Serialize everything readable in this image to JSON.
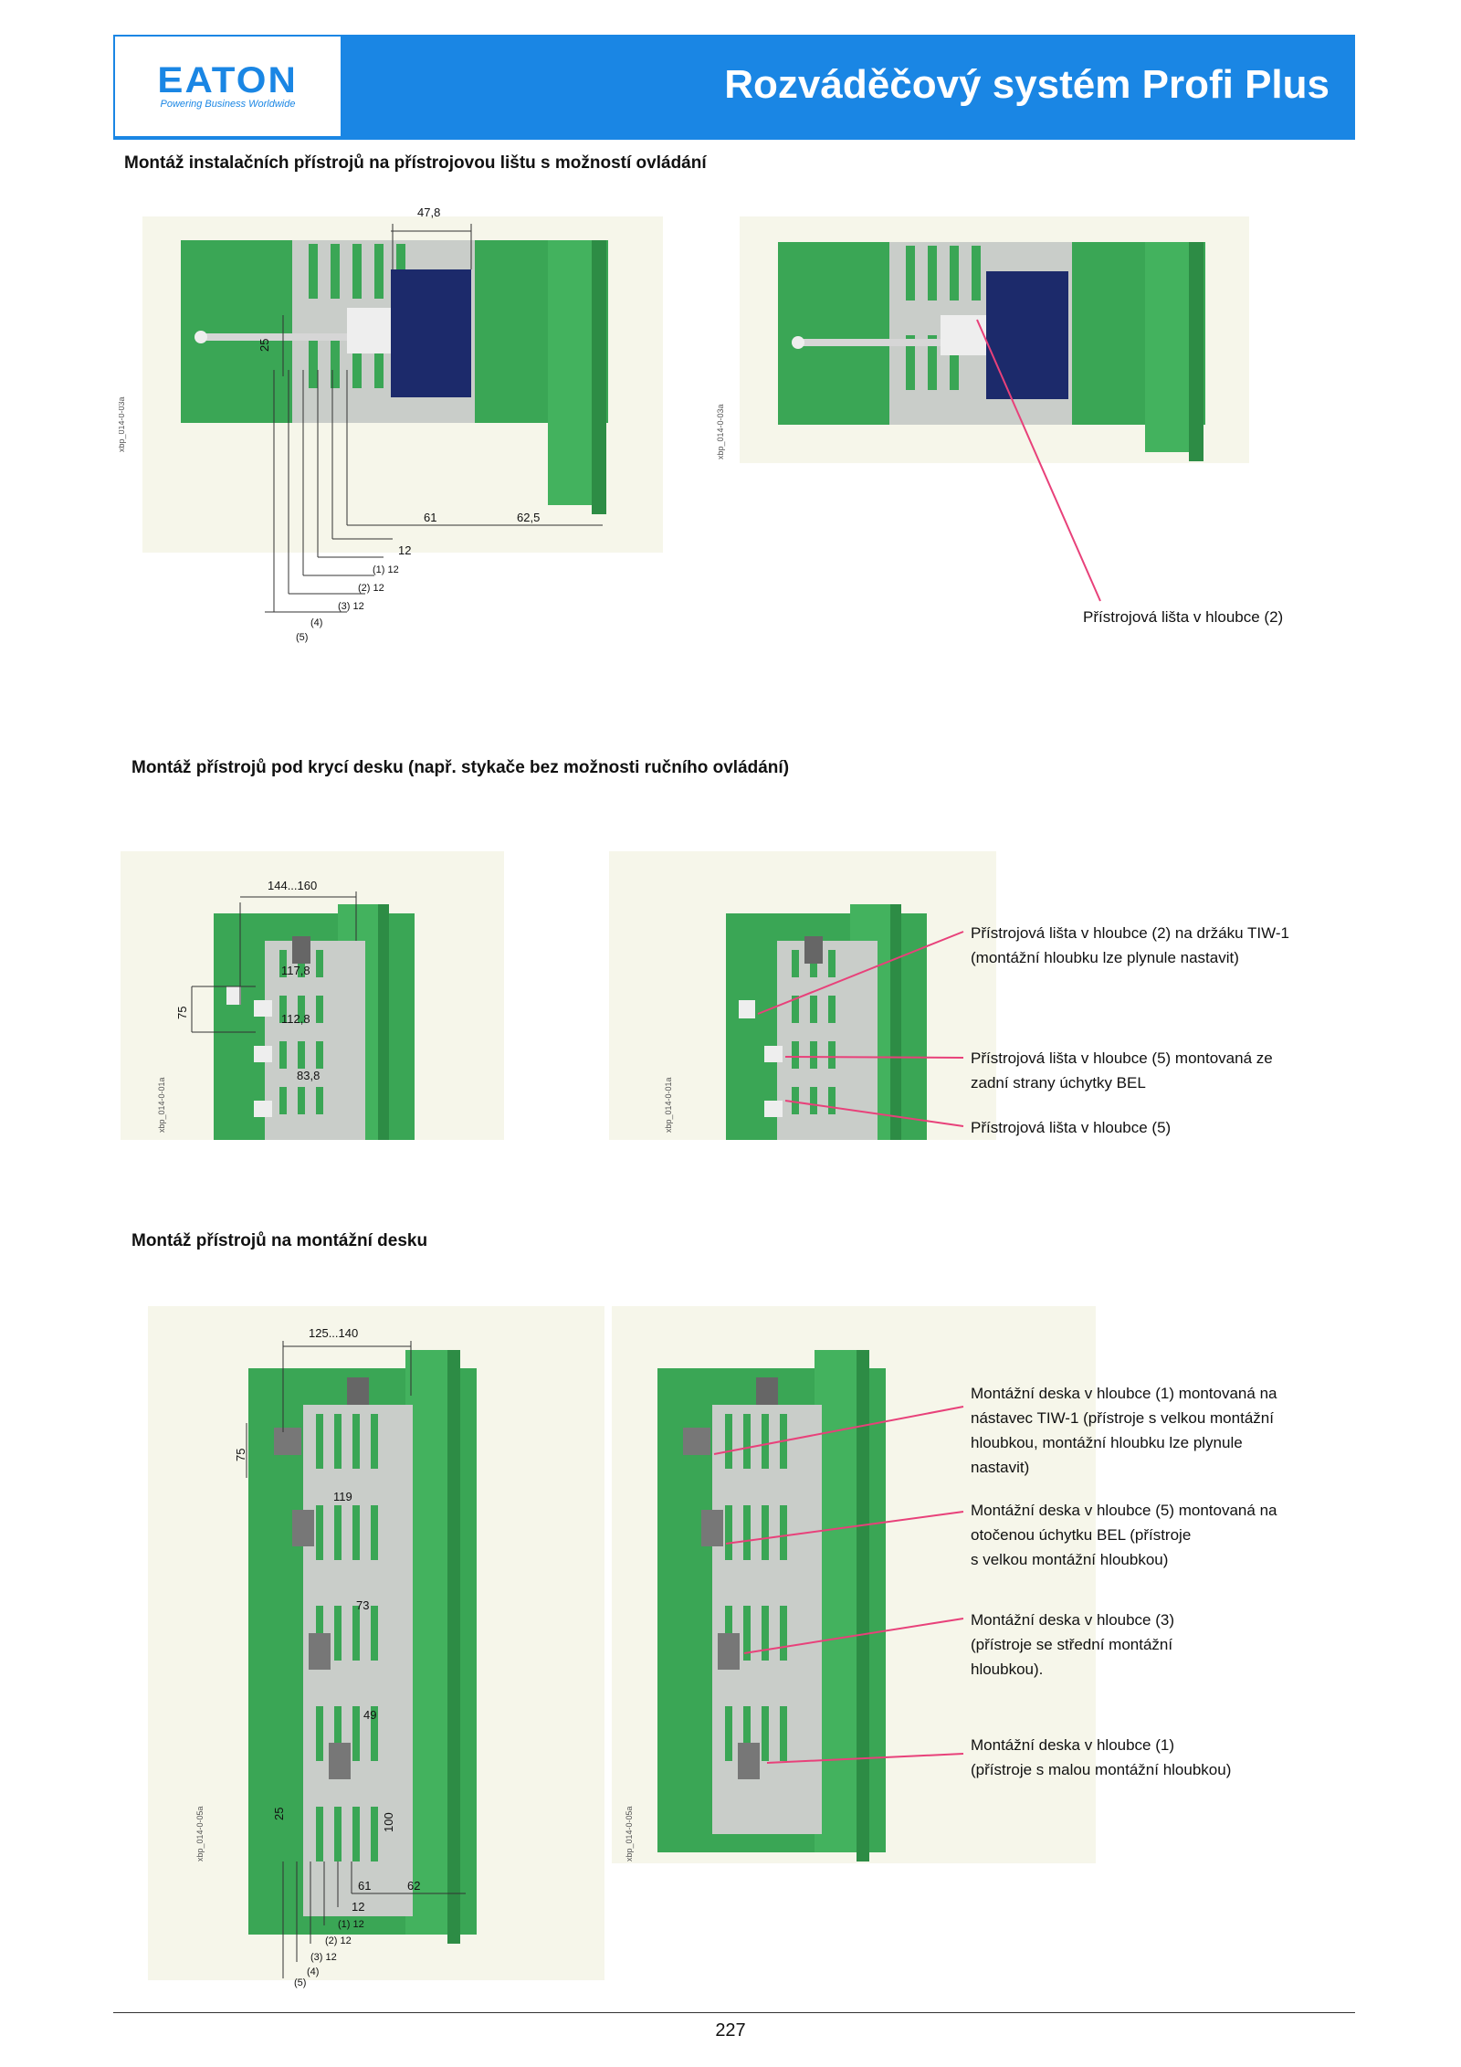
{
  "header": {
    "logo_text": "EATON",
    "logo_tagline": "Powering Business Worldwide",
    "title": "Rozváděčový systém Profi Plus",
    "brand_color": "#1a86e4"
  },
  "section1": {
    "heading": "Montáž instalačních přístrojů na přístrojovou lištu s možností ovládání",
    "fig_left": {
      "code": "xbp_014-0-03a",
      "dims": {
        "top": "47,8",
        "side": "25",
        "d61": "61",
        "d625": "62,5",
        "r0": "12",
        "r1": "(1) 12",
        "r2": "(2) 12",
        "r3": "(3) 12",
        "l4": "(4)",
        "l5": "(5)"
      }
    },
    "fig_right": {
      "code": "xbp_014-0-03a"
    },
    "callout": "Přístrojová lišta v hloubce (2)"
  },
  "section2": {
    "heading": "Montáž přístrojů pod krycí desku (např. stykače bez možnosti ručního ovládání)",
    "fig_left": {
      "code": "xbp_014-0-01a",
      "dims": {
        "top": "144...160",
        "d1178": "117,8",
        "side": "75",
        "d1128": "112,8",
        "d838": "83,8"
      }
    },
    "fig_right": {
      "code": "xbp_014-0-01a"
    },
    "callouts": [
      {
        "lines": [
          "Přístrojová lišta v hloubce (2) na držáku TIW-1",
          "(montážní hloubku lze plynule nastavit)"
        ]
      },
      {
        "lines": [
          "Přístrojová lišta v hloubce (5) montovaná ze",
          "zadní strany úchytky BEL"
        ]
      },
      {
        "lines": [
          "Přístrojová lišta v hloubce (5)"
        ]
      }
    ]
  },
  "section3": {
    "heading": "Montáž přístrojů na montážní desku",
    "fig_left": {
      "code": "xbp_014-0-05a",
      "dims": {
        "top": "125...140",
        "side75": "75",
        "d119": "119",
        "d73": "73",
        "d49": "49",
        "side25": "25",
        "d100": "100",
        "d61": "61",
        "d62": "62",
        "r0": "12",
        "r1": "(1) 12",
        "r2": "(2) 12",
        "r3": "(3) 12",
        "l4": "(4)",
        "l5": "(5)"
      }
    },
    "fig_right": {
      "code": "xbp_014-0-05a"
    },
    "callouts": [
      {
        "lines": [
          "Montážní deska v hloubce (1) montovaná na",
          "nástavec TIW-1 (přístroje s velkou montážní",
          "hloubkou, montážní hloubku lze plynule",
          "nastavit)"
        ]
      },
      {
        "lines": [
          "Montážní deska v hloubce (5) montovaná na",
          "otočenou úchytku BEL (přístroje",
          "s velkou montážní hloubkou)"
        ]
      },
      {
        "lines": [
          "Montážní deska v hloubce (3)",
          "(přístroje se střední montážní",
          "hloubkou)."
        ]
      },
      {
        "lines": [
          "Montážní deska v hloubce (1)",
          "(přístroje s malou montážní hloubkou)"
        ]
      }
    ]
  },
  "footer": {
    "page": "227"
  },
  "colors": {
    "panel_green": "#3aa655",
    "plate_grey": "#c9cdc9",
    "device_navy": "#1c2a6b",
    "leader_pink": "#e8417a",
    "bg_cream": "#f6f6ea"
  }
}
